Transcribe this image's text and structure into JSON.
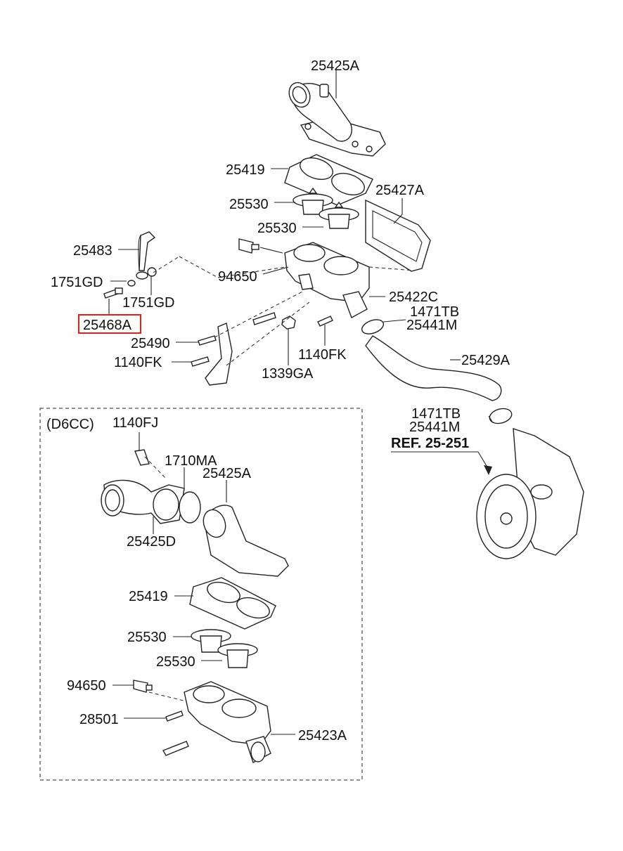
{
  "labels": {
    "top_outlet": "25425A",
    "top_gasket": "25419",
    "top_thermostat_1": "25530",
    "top_thermostat_2": "25530",
    "side_gasket": "25427A",
    "bypass_pipe": "25483",
    "washer_1": "1751GD",
    "washer_2": "1751GD",
    "sensor_top": "94650",
    "housing": "25422C",
    "clamp_1_a": "1471TB",
    "clamp_1_b": "25441M",
    "hose": "25429A",
    "clamp_2_a": "1471TB",
    "clamp_2_b": "25441M",
    "ref": "REF. 25-251",
    "bolt_highlight": "25468A",
    "stud": "25490",
    "bolt_left": "1140FK",
    "bolt_mid": "1140FK",
    "nut": "1339GA",
    "variant": "(D6CC)",
    "inset_bolt": "1140FJ",
    "inset_oring": "1710MA",
    "inset_outlet": "25425A",
    "inset_elbow": "25425D",
    "inset_gasket": "25419",
    "inset_thermostat_1": "25530",
    "inset_thermostat_2": "25530",
    "inset_sensor": "94650",
    "inset_plug": "28501",
    "inset_housing": "25423A"
  },
  "colors": {
    "highlight": "#e02020",
    "ink": "#222222"
  }
}
